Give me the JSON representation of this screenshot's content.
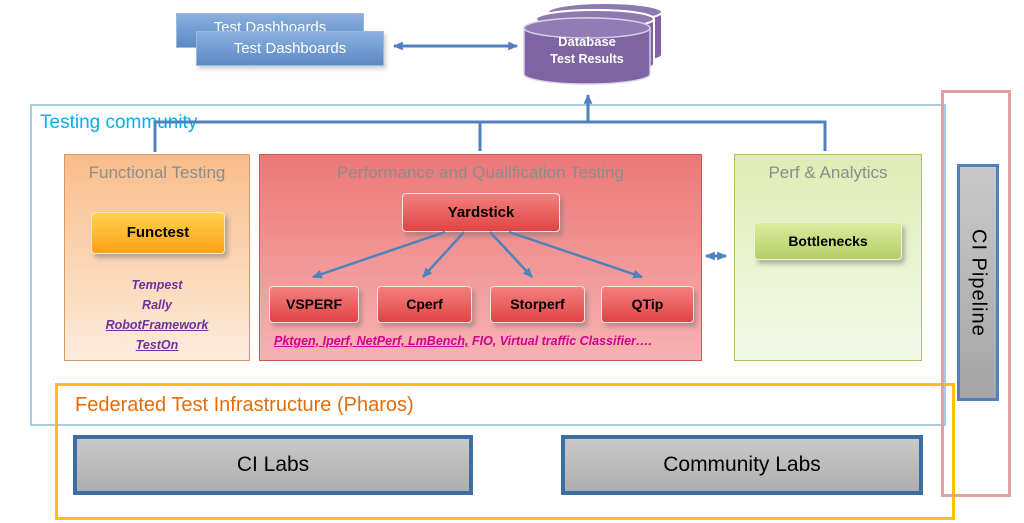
{
  "colors": {
    "accent_blue": "#4f81bd",
    "community_label": "#00b0f0",
    "federated_border": "#ffc000",
    "federated_title": "#e36c0a",
    "database_purple": "#7e64a2",
    "functional_tools_purple": "#7030a0",
    "performance_tools_magenta": "#d4008f"
  },
  "dashboards": {
    "back_label": "Test Dashboards",
    "front_label": "Test Dashboards"
  },
  "database": {
    "title": "Database",
    "subtitle": "Test Results"
  },
  "testing_community": {
    "label": "Testing community"
  },
  "functional": {
    "title": "Functional Testing",
    "button": "Functest",
    "tools": [
      "Tempest",
      "Rally",
      "RobotFramework",
      "TestOn"
    ]
  },
  "performance": {
    "title": "Performance and Qualification Testing",
    "main_button": "Yardstick",
    "sub_buttons": [
      "VSPERF",
      "Cperf",
      "Storperf",
      "QTip"
    ],
    "tools_linked": "Pktgen, Iperf, NetPerf, LmBench,",
    "tools_plain": " FIO, Virtual traffic Classifier…."
  },
  "analytics": {
    "title": "Perf & Analytics",
    "button": "Bottlenecks"
  },
  "ci_pipeline": {
    "label": "CI Pipeline"
  },
  "federated": {
    "title": "Federated Test Infrastructure (Pharos)",
    "labs": [
      "CI Labs",
      "Community Labs"
    ]
  }
}
